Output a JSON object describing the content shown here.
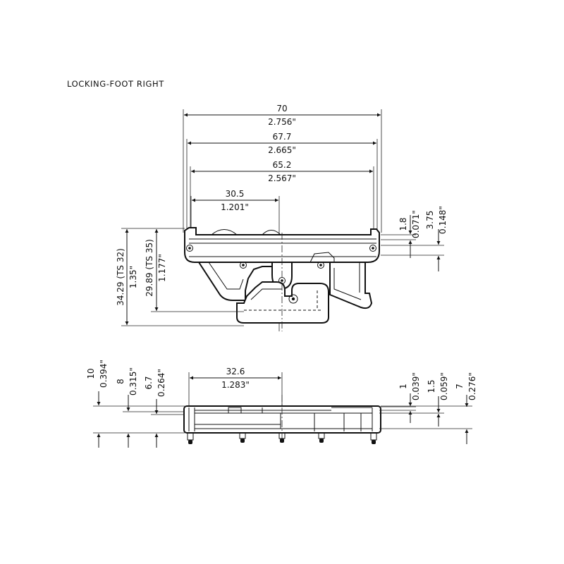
{
  "title": "LOCKING-FOOT RIGHT",
  "top_view": {
    "width_70": {
      "mm": "70",
      "in": "2.756\""
    },
    "width_67_7": {
      "mm": "67.7",
      "in": "2.665\""
    },
    "width_65_2": {
      "mm": "65.2",
      "in": "2.567\""
    },
    "width_30_5": {
      "mm": "30.5",
      "in": "1.201\""
    },
    "offset_1_8": {
      "mm": "1.8",
      "in": "0.071\""
    },
    "offset_3_75": {
      "mm": "3.75",
      "in": "0.148\""
    },
    "height_ts32": {
      "mm": "34.29 (TS 32)",
      "in": "1.35\""
    },
    "height_ts35": {
      "mm": "29.89 (TS 35)",
      "in": "1.177\""
    }
  },
  "bottom_view": {
    "width_32_6": {
      "mm": "32.6",
      "in": "1.283\""
    },
    "height_10": {
      "mm": "10",
      "in": "0.394\""
    },
    "height_8": {
      "mm": "8",
      "in": "0.315\""
    },
    "height_6_7": {
      "mm": "6.7",
      "in": "0.264\""
    },
    "height_1": {
      "mm": "1",
      "in": "0.039\""
    },
    "height_1_5": {
      "mm": "1.5",
      "in": "0.059\""
    },
    "height_7": {
      "mm": "7",
      "in": "0.276\""
    }
  }
}
